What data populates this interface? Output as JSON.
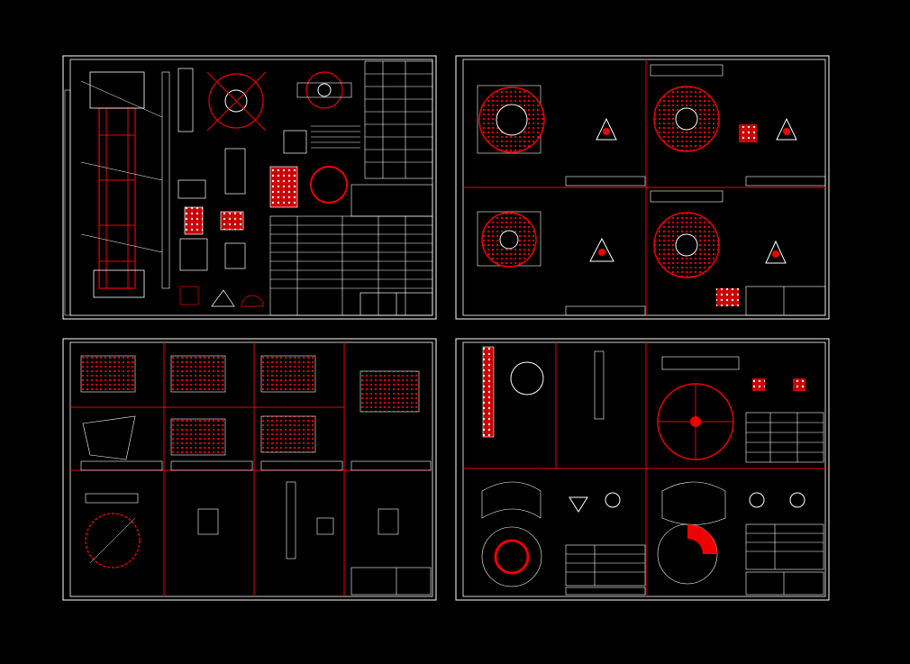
{
  "viewer": {
    "background": "#000000",
    "line_color": "#ffffff",
    "accent_color": "#e00000",
    "sheets": [
      {
        "id": "sheet-1"
      },
      {
        "id": "sheet-2"
      },
      {
        "id": "sheet-3"
      },
      {
        "id": "sheet-4"
      }
    ]
  }
}
